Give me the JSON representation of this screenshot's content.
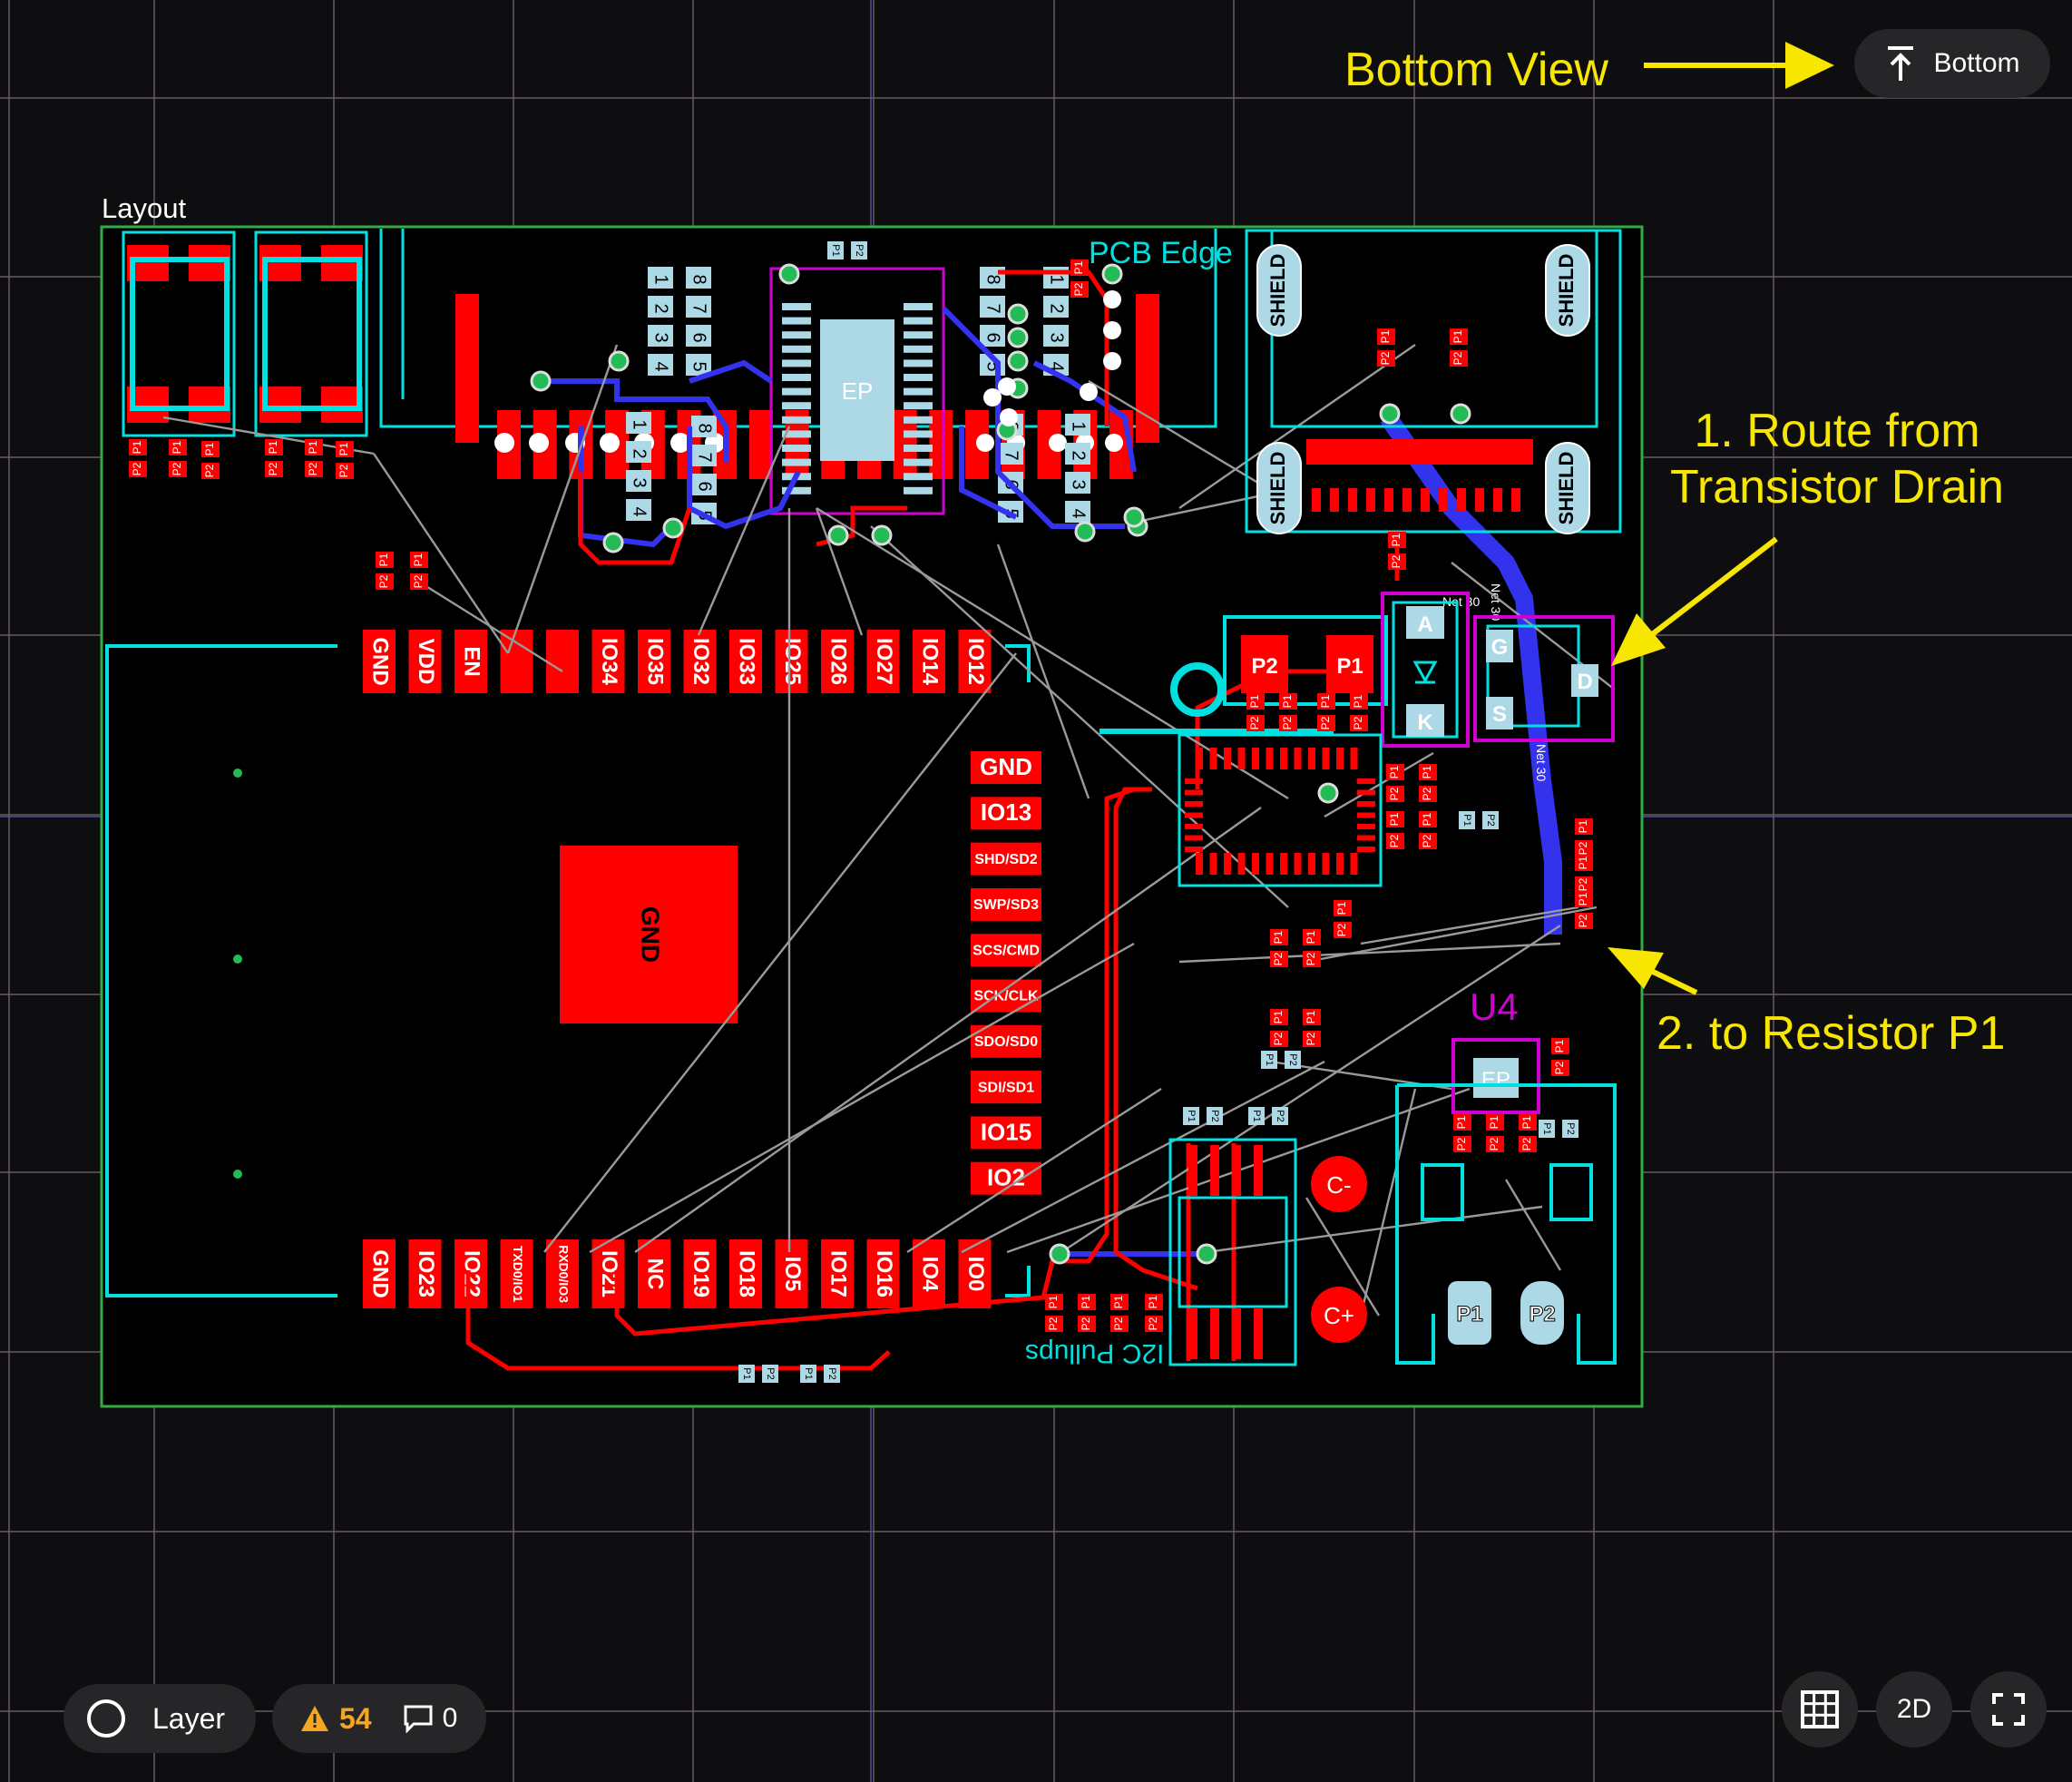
{
  "canvas": {
    "label": "Layout"
  },
  "view_toggle": {
    "label": "Bottom"
  },
  "annotations": {
    "bottom_view": "Bottom View",
    "step1_line1": "1. Route from",
    "step1_line2": "Transistor Drain",
    "step2": "2. to Resistor P1"
  },
  "toolbar": {
    "layer_label": "Layer",
    "warnings": "54",
    "comments": "0",
    "view_mode": "2D"
  },
  "board": {
    "top_header_pins": [
      "GND",
      "VDD",
      "EN",
      "",
      "",
      "IO34",
      "IO35",
      "IO32",
      "IO33",
      "IO25",
      "IO26",
      "IO27",
      "IO14",
      "IO12"
    ],
    "bottom_header_pins": [
      "GND",
      "IO23",
      "IO22",
      "TXD0/IO1",
      "RXD0/IO3",
      "IO21",
      "NC",
      "IO19",
      "IO18",
      "IO5",
      "IO17",
      "IO16",
      "IO4",
      "IO0"
    ],
    "side_pins": [
      "GND",
      "IO13",
      "SHD/SD2",
      "SWP/SD3",
      "SCS/CMD",
      "SCK/CLK",
      "SDO/SD0",
      "SDI/SD1",
      "IO15",
      "IO2"
    ],
    "gnd_pad": "GND",
    "ep_label": "EP",
    "pcb_edge": "PCB Edge",
    "i2c_pullups": "I2C Pullups",
    "shield": "SHIELD",
    "u4": "U4",
    "net30": "Net 30",
    "transistor": {
      "g": "G",
      "s": "S",
      "d": "D"
    },
    "diode": {
      "a": "A",
      "k": "K"
    },
    "pads": {
      "p1": "P1",
      "p2": "P2"
    },
    "conn_minus": "C-",
    "conn_plus": "C+",
    "pin_numbers": [
      "1",
      "2",
      "3",
      "4"
    ],
    "pin_numbers_b": [
      "8",
      "7",
      "6",
      "5"
    ]
  },
  "colors": {
    "background": "#0e0e10",
    "grid": "#d8b8c8",
    "copper_top": "#ff0000",
    "copper_bottom": "#3333ee",
    "silkscreen": "#00e0e0",
    "board_outline": "#33aa44",
    "ratsnest": "#9a9a9a",
    "annotation": "#f7e600",
    "component_body": "#add8e6",
    "highlight": "#d000d0"
  },
  "icons": {
    "bottom_toggle": "arrow-up-bar-icon",
    "layer": "circle-icon",
    "warning": "warning-triangle-icon",
    "comment": "comment-icon",
    "grid": "grid-icon",
    "fullscreen": "fullscreen-icon"
  }
}
